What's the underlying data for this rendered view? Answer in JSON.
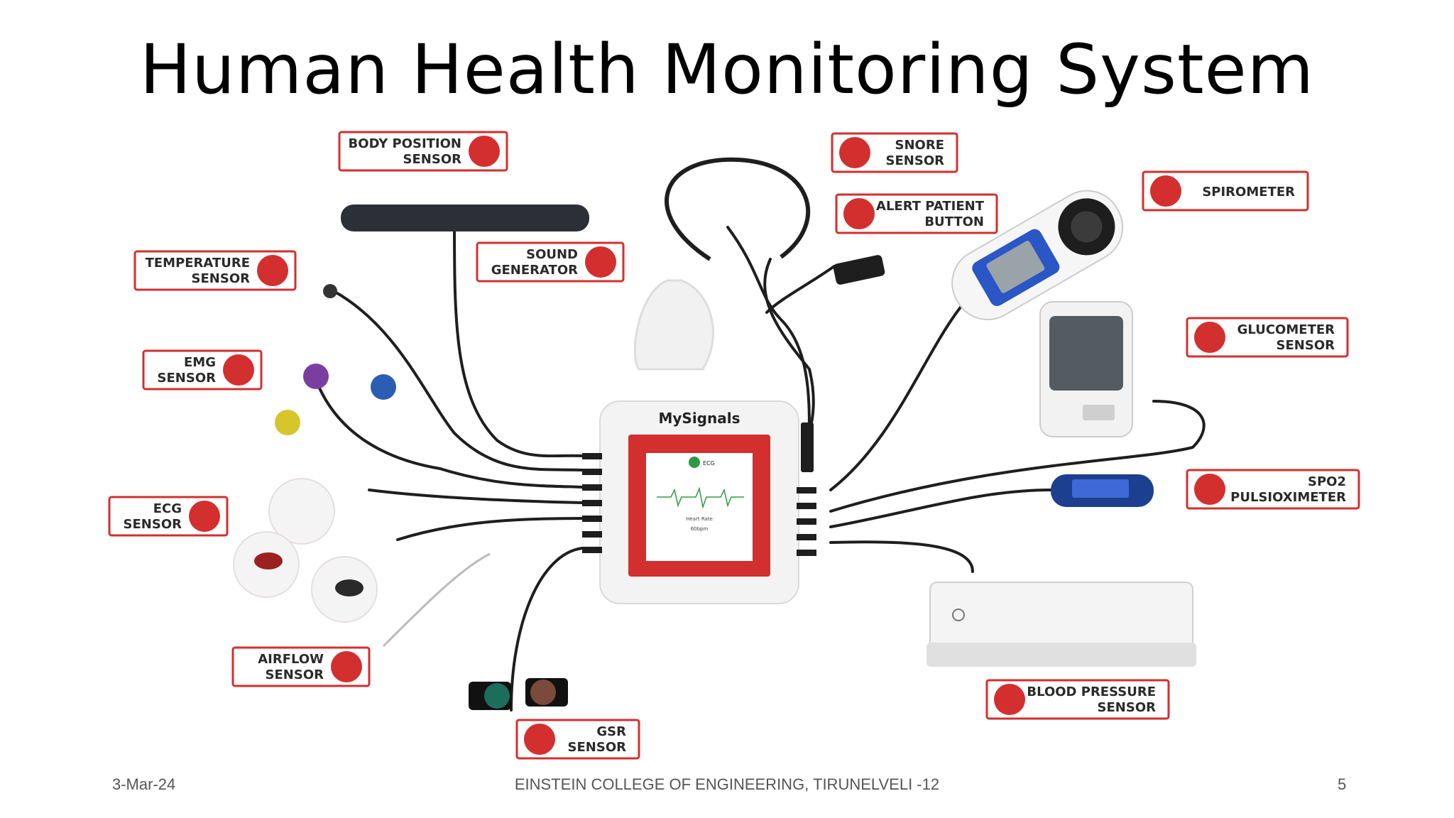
{
  "slide": {
    "title": "Human Health Monitoring System",
    "device_brand": "MySignals",
    "screen_text": {
      "mode": "ECG",
      "field": "Heart Rate",
      "value": "60bpm"
    },
    "labels": {
      "body_position": [
        "BODY POSITION",
        "SENSOR"
      ],
      "snore": [
        "SNORE",
        "SENSOR"
      ],
      "alert": [
        "ALERT PATIENT",
        "BUTTON"
      ],
      "spirometer": [
        "SPIROMETER"
      ],
      "temperature": [
        "TEMPERATURE",
        "SENSOR"
      ],
      "sound": [
        "SOUND",
        "GENERATOR"
      ],
      "glucometer": [
        "GLUCOMETER",
        "SENSOR"
      ],
      "emg": [
        "EMG",
        "SENSOR"
      ],
      "ecg": [
        "ECG",
        "SENSOR"
      ],
      "spo2": [
        "SPO2",
        "PULSIOXIMETER"
      ],
      "airflow": [
        "AIRFLOW",
        "SENSOR"
      ],
      "blood_pressure": [
        "BLOOD PRESSURE",
        "SENSOR"
      ],
      "gsr": [
        "GSR",
        "SENSOR"
      ]
    },
    "footer": {
      "date": "3-Mar-24",
      "college": "EINSTEIN COLLEGE OF ENGINEERING, TIRUNELVELI -12",
      "page": "5"
    },
    "colors": {
      "accent": "#d32f2f",
      "label_text": "#2a2a2a",
      "cable": "#1e1e1e"
    }
  }
}
